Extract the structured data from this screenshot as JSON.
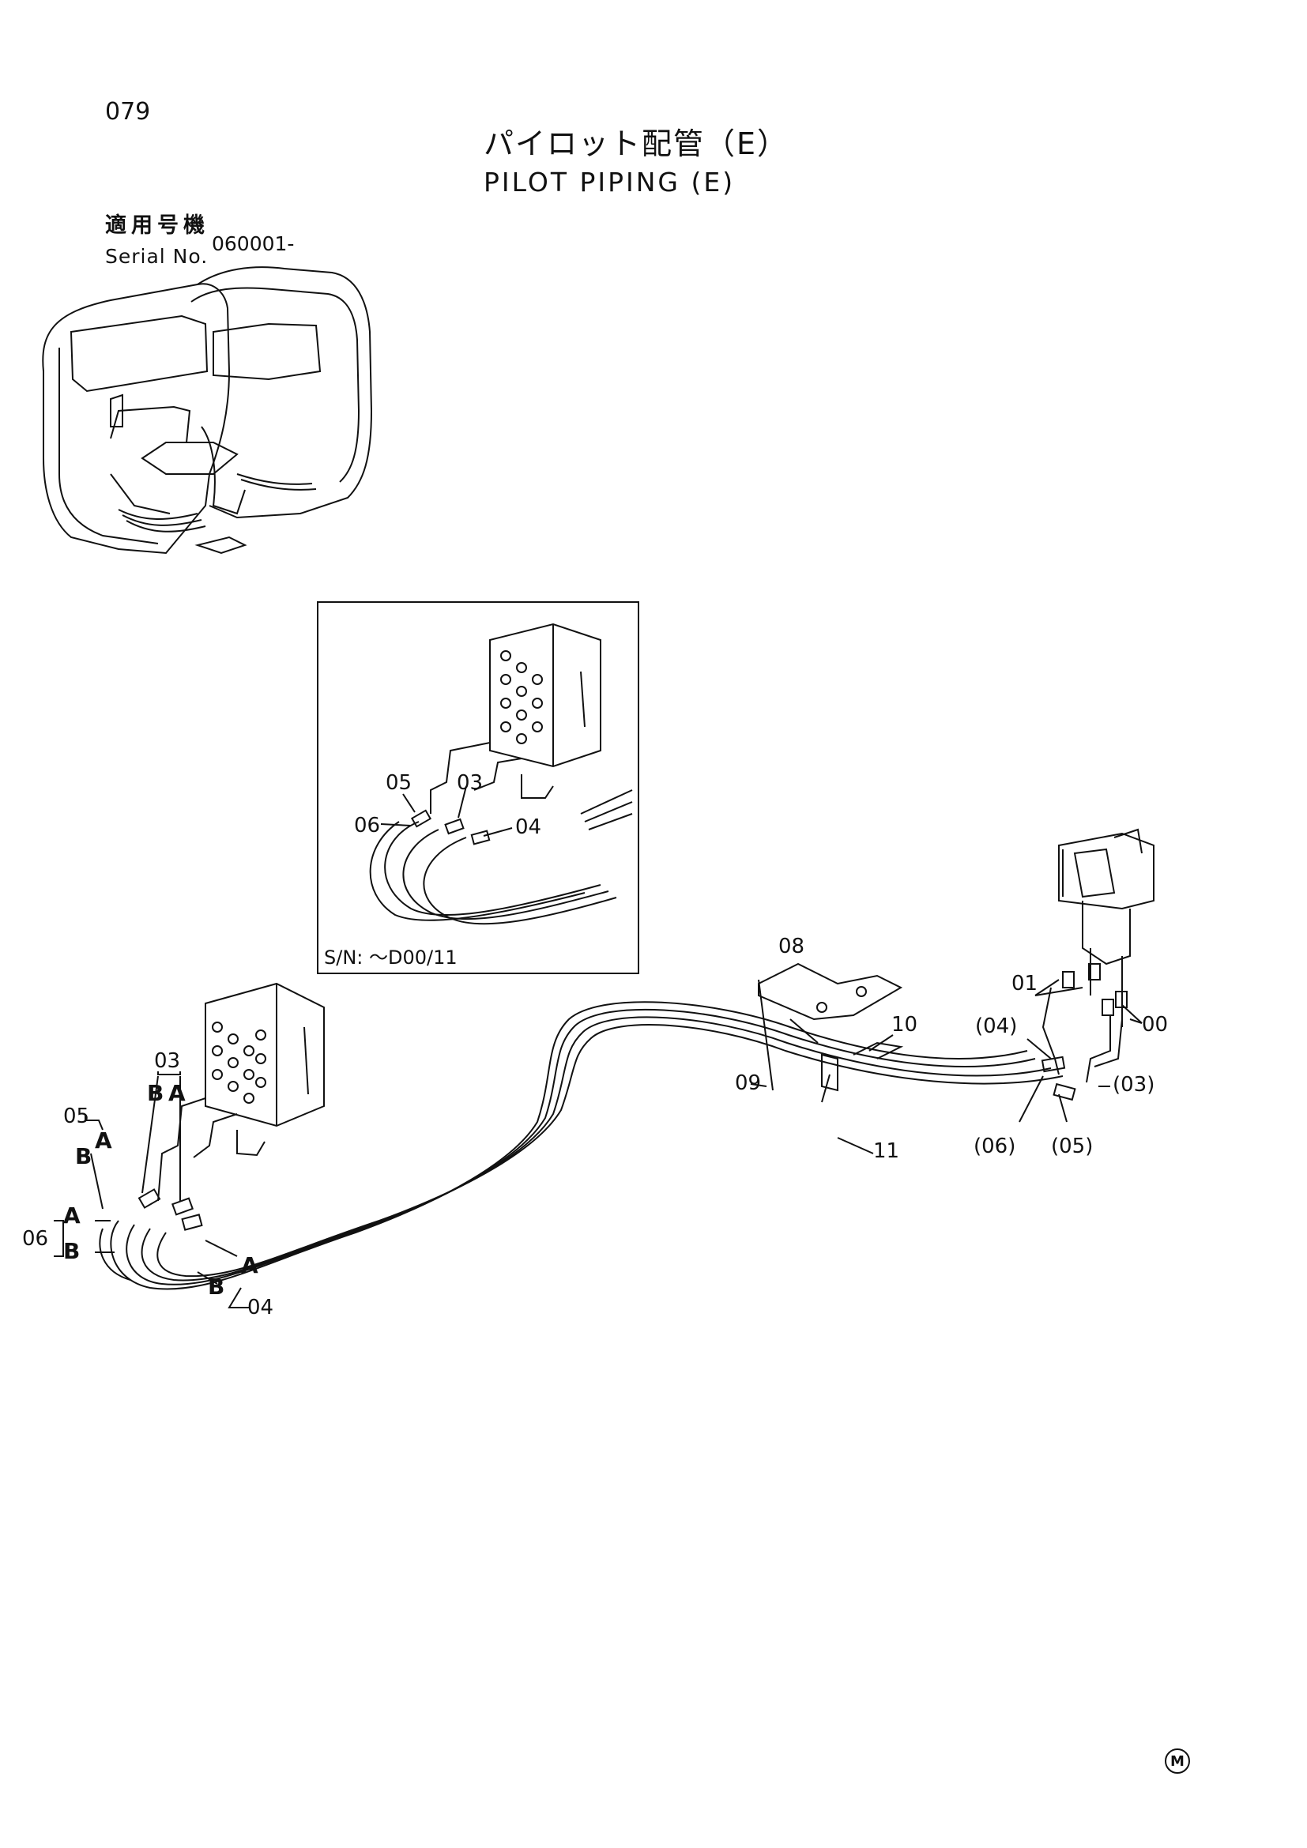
{
  "header": {
    "page_number": "079",
    "title_ja": "パイロット配管（E）",
    "title_en": "PILOT PIPING (E)"
  },
  "serial": {
    "label_ja": "適用号機",
    "label_en": "Serial No.",
    "value": "060001-"
  },
  "inset": {
    "sn_label": "S/N: ～D00/11",
    "callouts": {
      "c05": "05",
      "c03": "03",
      "c06": "06",
      "c04": "04"
    }
  },
  "callouts": {
    "c00": "00",
    "c01": "01",
    "c03": "03",
    "c04": "04",
    "c05": "05",
    "c06": "06",
    "c08": "08",
    "c09": "09",
    "c10": "10",
    "c11": "11",
    "p03": "(03)",
    "p04": "(04)",
    "p05": "(05)",
    "p06": "(06)",
    "A": "A",
    "B": "B"
  },
  "footer_mark": "M"
}
